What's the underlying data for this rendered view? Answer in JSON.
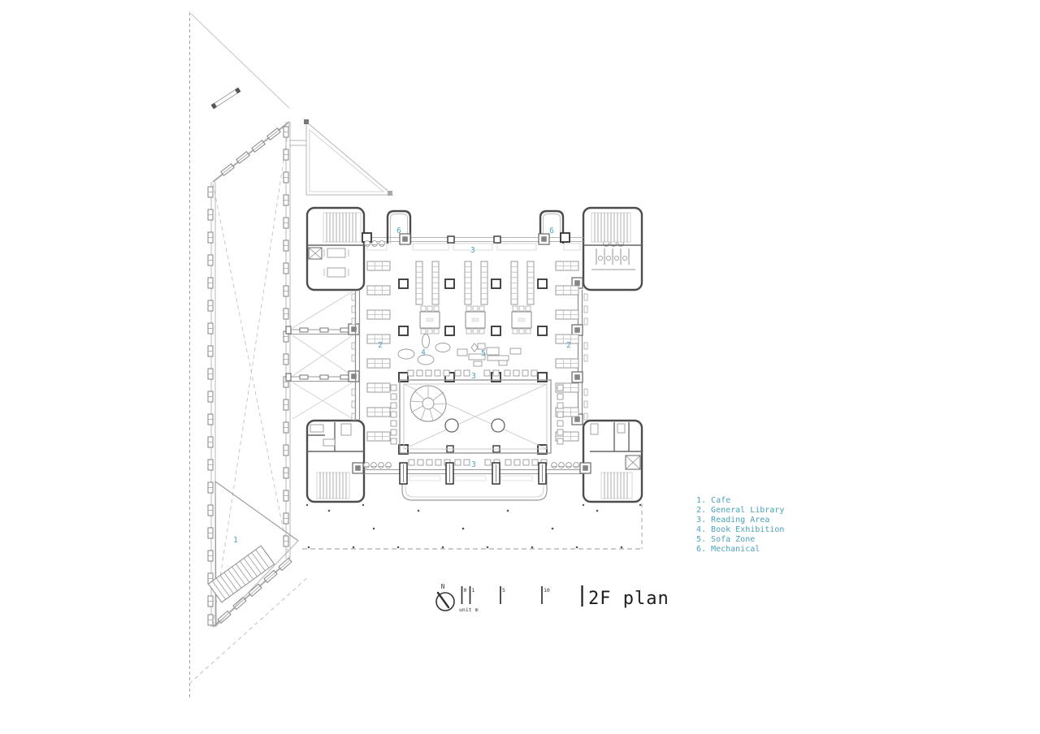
{
  "title": "2F plan",
  "north_label": "N",
  "scale_bar": {
    "ticks": [
      "0",
      "1",
      "5",
      "10"
    ],
    "unit": "unit m"
  },
  "legend": {
    "items": [
      "1. Cafe",
      "2. General Library",
      "3. Reading Area",
      "4. Book Exhibition",
      "5. Sofa Zone",
      "6. Mechanical"
    ]
  },
  "plan_labels": {
    "mechanical_left": "6",
    "mechanical_right": "6",
    "reading_top": "3",
    "reading_mid": "3",
    "reading_bottom": "3",
    "library_left": "2",
    "library_right": "2",
    "book_exhibition": "4",
    "sofa_zone": "5",
    "cafe": "1"
  },
  "colors": {
    "accent": "#4ba3bc",
    "wall_dark": "#4d4d4d",
    "wall_light": "#bbbbbb"
  }
}
